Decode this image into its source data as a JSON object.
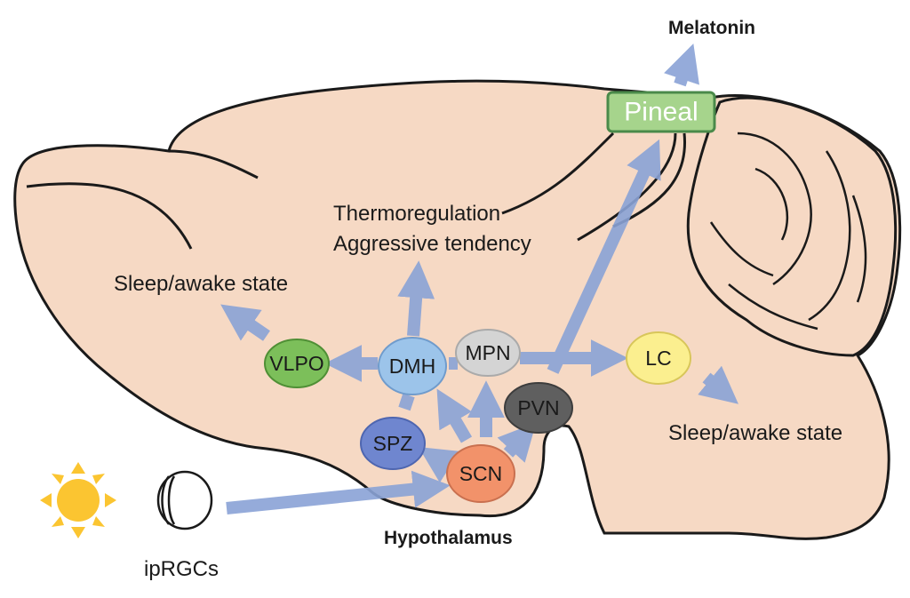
{
  "labels": {
    "melatonin": "Melatonin",
    "pineal": "Pineal",
    "thermoregulation": "Thermoregulation",
    "aggressive": "Aggressive tendency",
    "sleep_left": "Sleep/awake state",
    "sleep_right": "Sleep/awake state",
    "hypothalamus": "Hypothalamus",
    "iprgcs": "ipRGCs"
  },
  "nodes": {
    "vlpo": "VLPO",
    "dmh": "DMH",
    "mpn": "MPN",
    "lc": "LC",
    "pvn": "PVN",
    "spz": "SPZ",
    "scn": "SCN"
  },
  "colors": {
    "brain_fill": "#f6d9c4",
    "arrow": "#8aa3d6",
    "vlpo": "#7cbf5a",
    "dmh": "#9cc4ea",
    "mpn": "#d4d4d4",
    "lc": "#fbef8f",
    "pvn": "#5f5f5f",
    "spz": "#6f86cf",
    "scn": "#f2926a",
    "pineal_fill": "#a6d48c",
    "sun": "#fbc531"
  },
  "icons": {
    "sun": "sun-icon",
    "eye": "eye-icon"
  }
}
